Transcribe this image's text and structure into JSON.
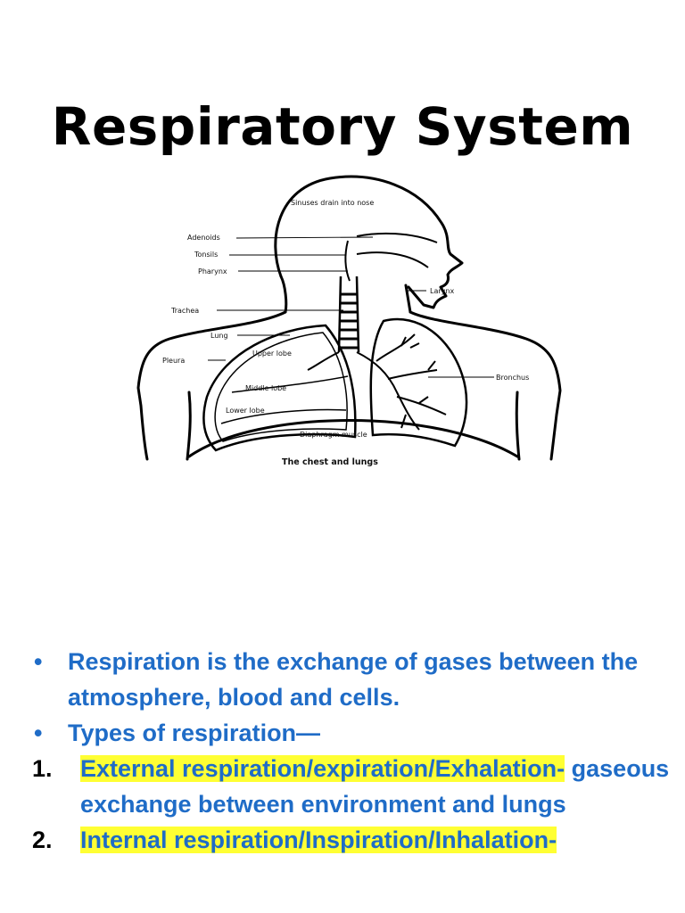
{
  "slide": {
    "title": "Respiratory System"
  },
  "diagram": {
    "labels": {
      "sinuses": "Sinuses drain into nose",
      "adenoids": "Adenoids",
      "tonsils": "Tonsils",
      "pharynx": "Pharynx",
      "larynx": "Larynx",
      "trachea": "Trachea",
      "lung": "Lung",
      "upper_lobe": "Upper lobe",
      "pleura": "Pleura",
      "bronchus": "Bronchus",
      "middle_lobe": "Middle lobe",
      "lower_lobe": "Lower lobe",
      "diaphragm": "Diaphragm muscle"
    },
    "caption": "The chest and lungs"
  },
  "content": {
    "bullets": [
      "Respiration is the exchange of gases between the atmosphere, blood and cells.",
      "Types of respiration—"
    ],
    "numbered": [
      {
        "num": "1.",
        "highlighted": "External respiration/expiration/Exhalation-",
        "rest": "gaseous exchange between environment and lungs"
      },
      {
        "num": "2.",
        "highlighted": "Internal  respiration/Inspiration/Inhalation-",
        "rest": ""
      }
    ]
  }
}
